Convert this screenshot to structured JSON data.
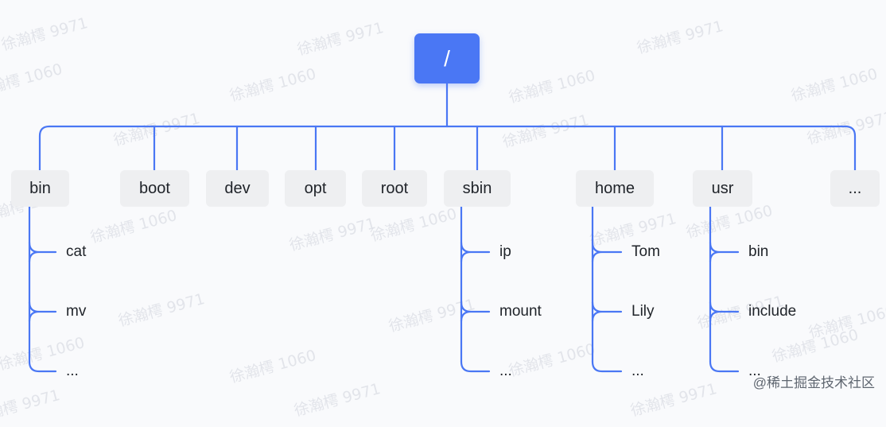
{
  "root": {
    "label": "/"
  },
  "directories": [
    {
      "label": "bin",
      "children": [
        "cat",
        "mv",
        "..."
      ]
    },
    {
      "label": "boot",
      "children": []
    },
    {
      "label": "dev",
      "children": []
    },
    {
      "label": "opt",
      "children": []
    },
    {
      "label": "root",
      "children": []
    },
    {
      "label": "sbin",
      "children": [
        "ip",
        "mount",
        "..."
      ]
    },
    {
      "label": "home",
      "children": [
        "Tom",
        "Lily",
        "..."
      ]
    },
    {
      "label": "usr",
      "children": [
        "bin",
        "include",
        "..."
      ]
    },
    {
      "label": "...",
      "children": []
    }
  ],
  "watermarks": [
    "徐瀚樗 9971",
    "徐瀚樗 1060"
  ],
  "footer": "@稀土掘金技术社区",
  "colors": {
    "accent": "#4a77f4",
    "node_background": "#eeeff1",
    "text": "#1f2329",
    "watermark": "#d9dce3"
  }
}
